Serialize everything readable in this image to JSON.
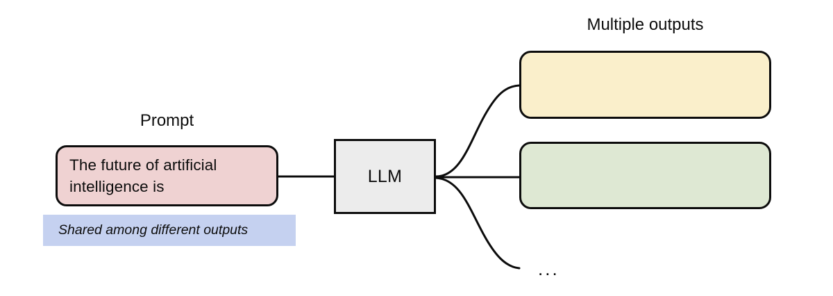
{
  "diagram": {
    "title_prompt_label": "Prompt",
    "title_outputs_label": "Multiple outputs",
    "prompt_box": {
      "text": "The future of artificial intelligence is",
      "fill": "#efd2d2",
      "stroke": "#0c0c0c"
    },
    "model_box": {
      "label": "LLM",
      "fill": "#ececec",
      "stroke": "#0c0c0c"
    },
    "outputs": [
      {
        "label": "",
        "fill": "#faefcb",
        "stroke": "#0c0c0c",
        "name": "output-box-1"
      },
      {
        "label": "",
        "fill": "#dee8d3",
        "stroke": "#0c0c0c",
        "name": "output-box-2"
      }
    ],
    "ellipsis": "...",
    "shared_banner": {
      "text": "Shared among different outputs",
      "fill": "#c5d1f0"
    },
    "background": "#ffffff",
    "line_color": "#0c0c0c"
  }
}
